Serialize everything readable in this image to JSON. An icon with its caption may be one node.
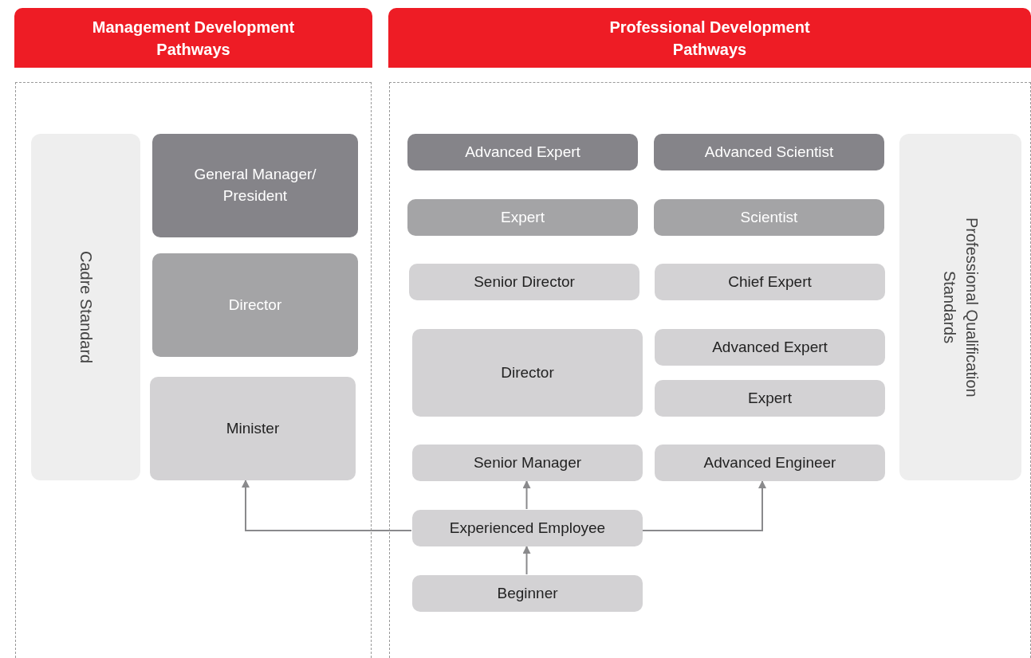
{
  "diagram": {
    "nodes": [
      {
        "text": [
          "Management Development Pathways"
        ]
      },
      {
        "text": [
          "Professional Development Pathways"
        ]
      },
      {
        "text": [],
        "shape": "box"
      },
      {
        "text": [
          "Cadre Standard"
        ],
        "in": 2
      },
      {
        "text": [
          "General Manager/ President"
        ],
        "in": 2
      },
      {
        "text": [
          "Director"
        ],
        "in": 2
      },
      {
        "text": [
          "Minister"
        ],
        "in": 2
      },
      {
        "text": [],
        "shape": "box"
      },
      {
        "text": [
          "Advanced Expert"
        ],
        "in": 7
      },
      {
        "text": [
          "Advanced Scientist"
        ],
        "in": 7
      },
      {
        "text": [
          "Expert"
        ],
        "in": 7
      },
      {
        "text": [
          "Scientist"
        ],
        "in": 7
      },
      {
        "text": [
          "Senior Director"
        ],
        "in": 7
      },
      {
        "text": [
          "Chief Expert"
        ],
        "in": 7
      },
      {
        "text": [
          "Director"
        ],
        "in": 7
      },
      {
        "text": [
          "Advanced Expert"
        ],
        "in": 7
      },
      {
        "text": [
          "Expert"
        ],
        "in": 7
      },
      {
        "text": [
          "Senior Manager"
        ],
        "in": 7
      },
      {
        "text": [
          "Advanced Engineer"
        ],
        "in": 7
      },
      {
        "text": [
          "Experienced Employee"
        ],
        "in": 7
      },
      {
        "text": [
          "Beginner"
        ],
        "in": 7
      },
      {
        "text": [
          "Professional Qualification Standards"
        ],
        "in": 7
      }
    ],
    "edges": [
      {
        "from": 19,
        "to": 6,
        "arrow": "to"
      },
      {
        "from": 19,
        "to": 17,
        "arrow": "to"
      },
      {
        "from": 19,
        "to": 18,
        "arrow": "to"
      },
      {
        "from": 20,
        "to": 19,
        "arrow": "to"
      }
    ]
  }
}
